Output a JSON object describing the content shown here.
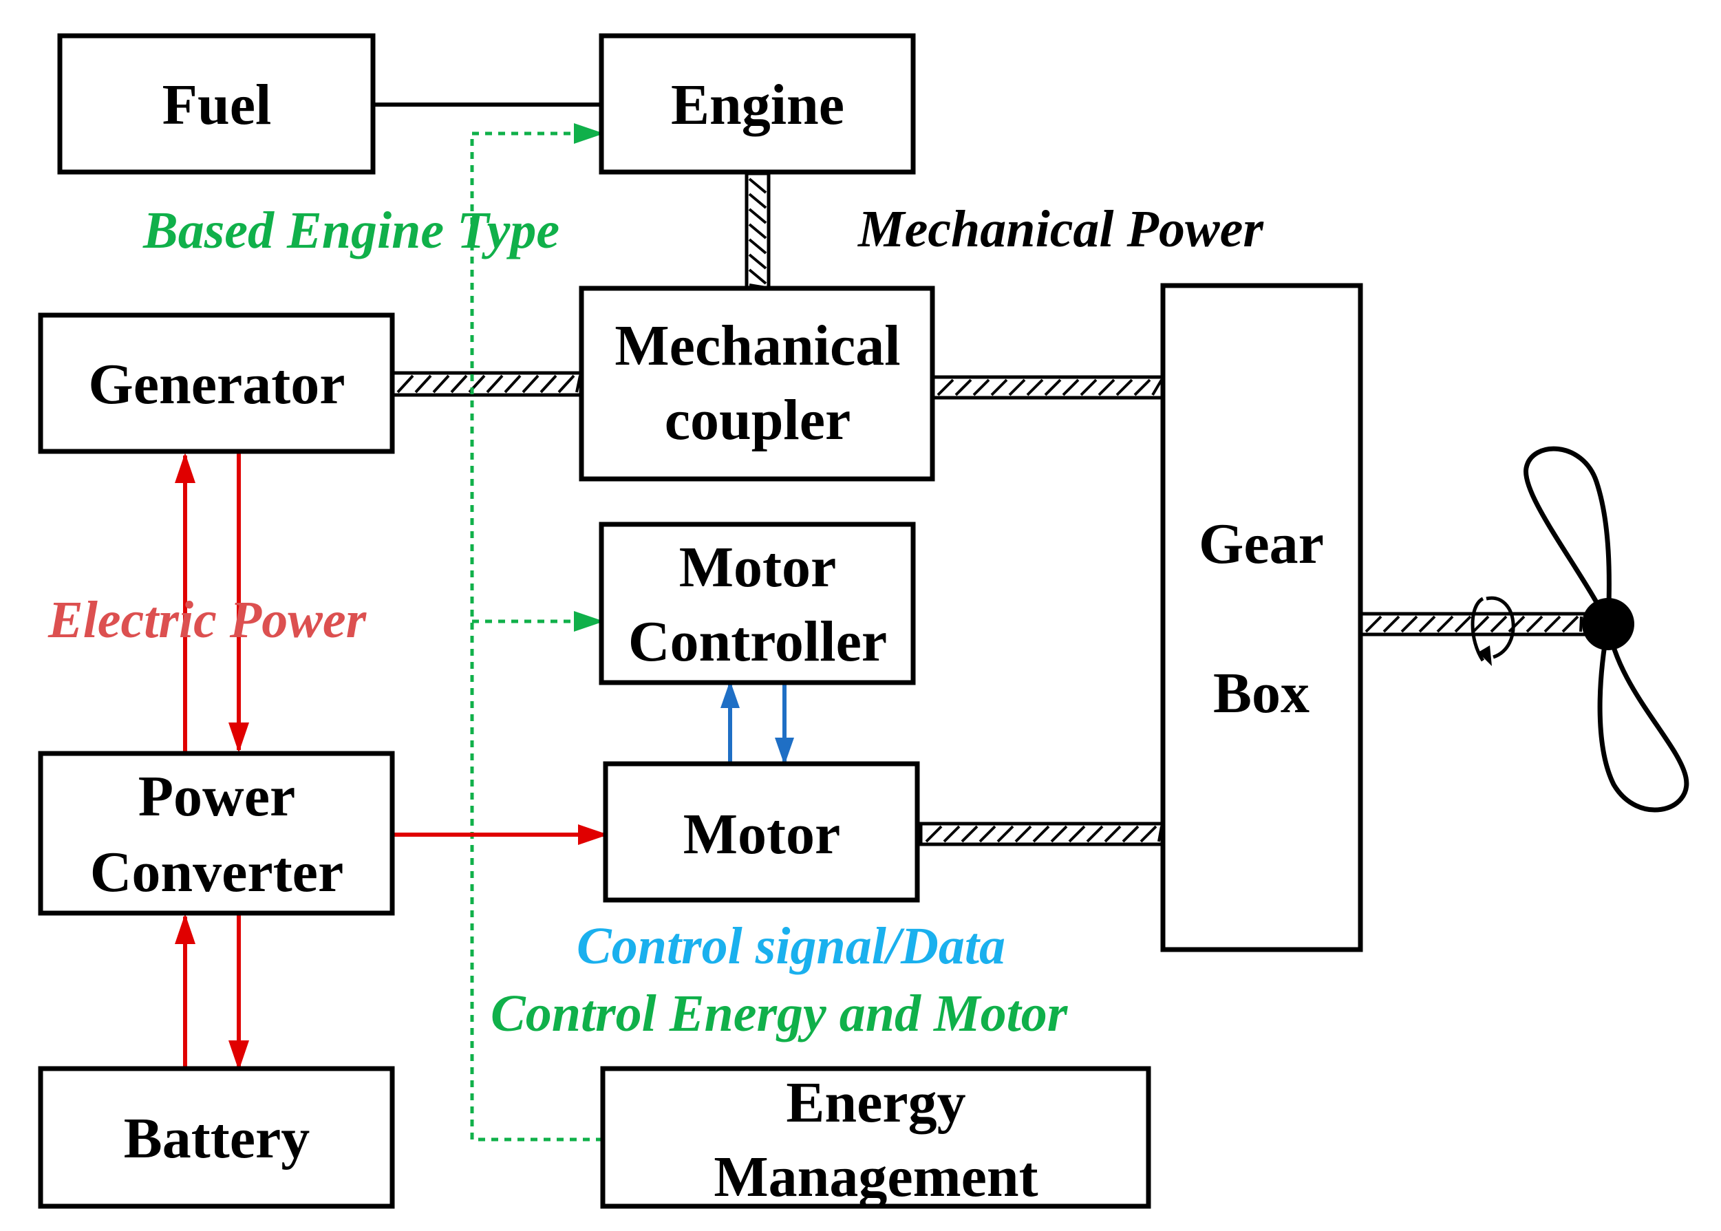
{
  "blocks": {
    "fuel": "Fuel",
    "engine": "Engine",
    "generator": "Generator",
    "coupler_line1": "Mechanical",
    "coupler_line2": "coupler",
    "motor_controller_line1": "Motor",
    "motor_controller_line2": "Controller",
    "motor": "Motor",
    "power_converter_line1": "Power",
    "power_converter_line2": "Converter",
    "battery": "Battery",
    "energy_management_line1": "Energy",
    "energy_management_line2": "Management",
    "gearbox_line1": "Gear",
    "gearbox_line2": "Box"
  },
  "annotations": {
    "based_engine_type": "Based Engine Type",
    "mechanical_power": "Mechanical Power",
    "electric_power": "Electric Power",
    "control_signal": "Control signal/Data",
    "control_energy": "Control Energy and Motor"
  },
  "colors": {
    "electric_power": "#e00000",
    "electric_power_label": "#dc5050",
    "control_signal": "#1f6fc5",
    "control_signal_label": "#1ab0ee",
    "energy_control": "#10b04a",
    "mechanical": "#000000"
  },
  "icons": {
    "propeller": "propeller-icon",
    "rotation": "rotation-arrow-icon"
  }
}
